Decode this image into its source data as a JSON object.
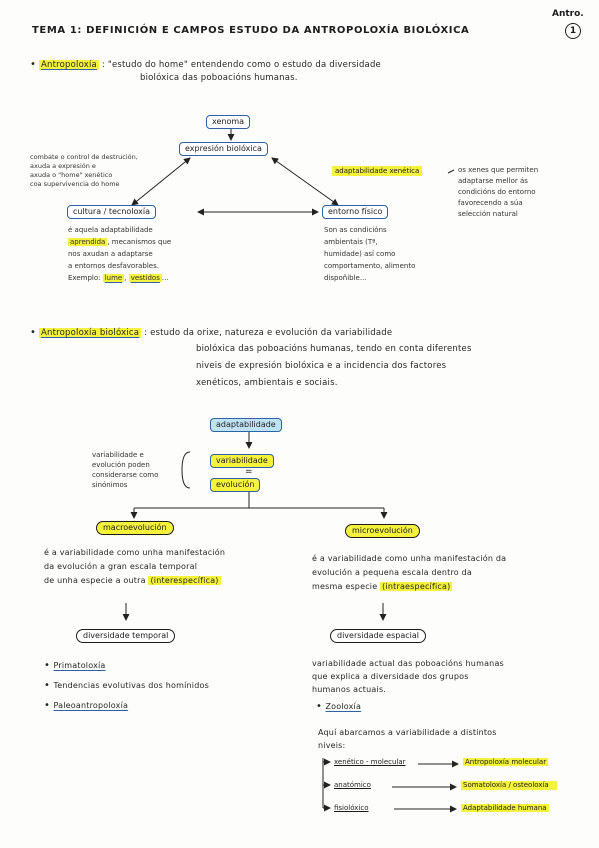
{
  "header": {
    "title": "TEMA 1: DEFINICIÓN E CAMPOS ESTUDO DA ANTROPOLOXÍA BIOLÓXICA",
    "corner": "Antro.",
    "page_num": "1"
  },
  "section1": {
    "term": "Antropoloxía",
    "line1": ": \"estudo do home\" entendendo como o estudo da diversidade",
    "line2": "biolóxica das poboacións humanas.",
    "diagram": {
      "top": "xenoma",
      "mid": "expresión biolóxica",
      "left": "cultura / tecnoloxía",
      "right": "entorno físico",
      "left_note": [
        "combate o control de destrución,",
        "axuda a expresión e",
        "axuda o \"home\" xenético",
        "coa supervivencia do home"
      ],
      "middle_label": "adaptabilidade xenética",
      "right_note": [
        "os xenes que permiten",
        "adaptarse mellor ás",
        "condicións do entorno",
        "favorecendo a súa",
        "selección natural"
      ],
      "left_desc_1": "é aquela adaptabilidade",
      "left_desc_2": "aprendida",
      "left_desc_3": ", mecanismos que",
      "left_desc_lines": [
        "nos axudan a adaptarse",
        "a entornos desfavorables."
      ],
      "left_desc_ex_a": "Exemplo: ",
      "left_desc_ex_b": "lume",
      "left_desc_ex_c": ", ",
      "left_desc_ex_d": "vestidos",
      "left_desc_ex_e": "...",
      "right_desc": [
        "Son as condicións",
        "ambientais (Tª,",
        "humidade) así como",
        "comportamento, alimento",
        "dispoñible..."
      ]
    }
  },
  "section2": {
    "term": "Antropoloxía biolóxica",
    "lines": [
      ": estudo da orixe, natureza e evolución da variabilidade",
      "biolóxica das poboacións humanas, tendo en conta diferentes",
      "niveis de expresión biolóxica e a incidencia dos factores",
      "xenéticos, ambientais e sociais."
    ],
    "tree": {
      "root": "adaptabilidade",
      "side_note": [
        "variabilidade e",
        "evolución poden",
        "considerarse como",
        "sinónimos"
      ],
      "node_a": "variabilidade",
      "eq": "=",
      "node_b": "evolución",
      "macro": "macroevolución",
      "micro": "microevolución",
      "macro_desc_1": "é a variabilidade como unha manifestación",
      "macro_desc_2": "da evolución a gran escala temporal",
      "macro_desc_3": "de unha especie a outra ",
      "macro_desc_tag": "(interespecífica)",
      "micro_desc_1": "é a variabilidade como unha manifestación da",
      "micro_desc_2": "evolución a pequena escala dentro da",
      "micro_desc_3": "mesma especie ",
      "micro_desc_tag": "(intraespecífica)",
      "macro_leaf": "diversidade temporal",
      "micro_leaf": "diversidade espacial",
      "macro_items": [
        "Primatoloxía",
        "Tendencias evolutivas dos homínidos",
        "Paleoantropoloxía"
      ],
      "micro_desc_b": [
        "variabilidade actual das poboacións humanas",
        "que explica a diversidade dos grupos",
        "humanos actuais."
      ],
      "micro_item": "Zooloxía",
      "levels_intro": [
        "Aquí abarcamos a variabilidade a distintos",
        "niveis:"
      ],
      "levels": [
        {
          "a": "xenético - molecular",
          "b": "Antropoloxía molecular"
        },
        {
          "a": "anatómico",
          "b": "Somatoloxía / osteoloxía"
        },
        {
          "a": "fisiolóxico",
          "b": "Adaptabilidade humana"
        }
      ]
    }
  }
}
